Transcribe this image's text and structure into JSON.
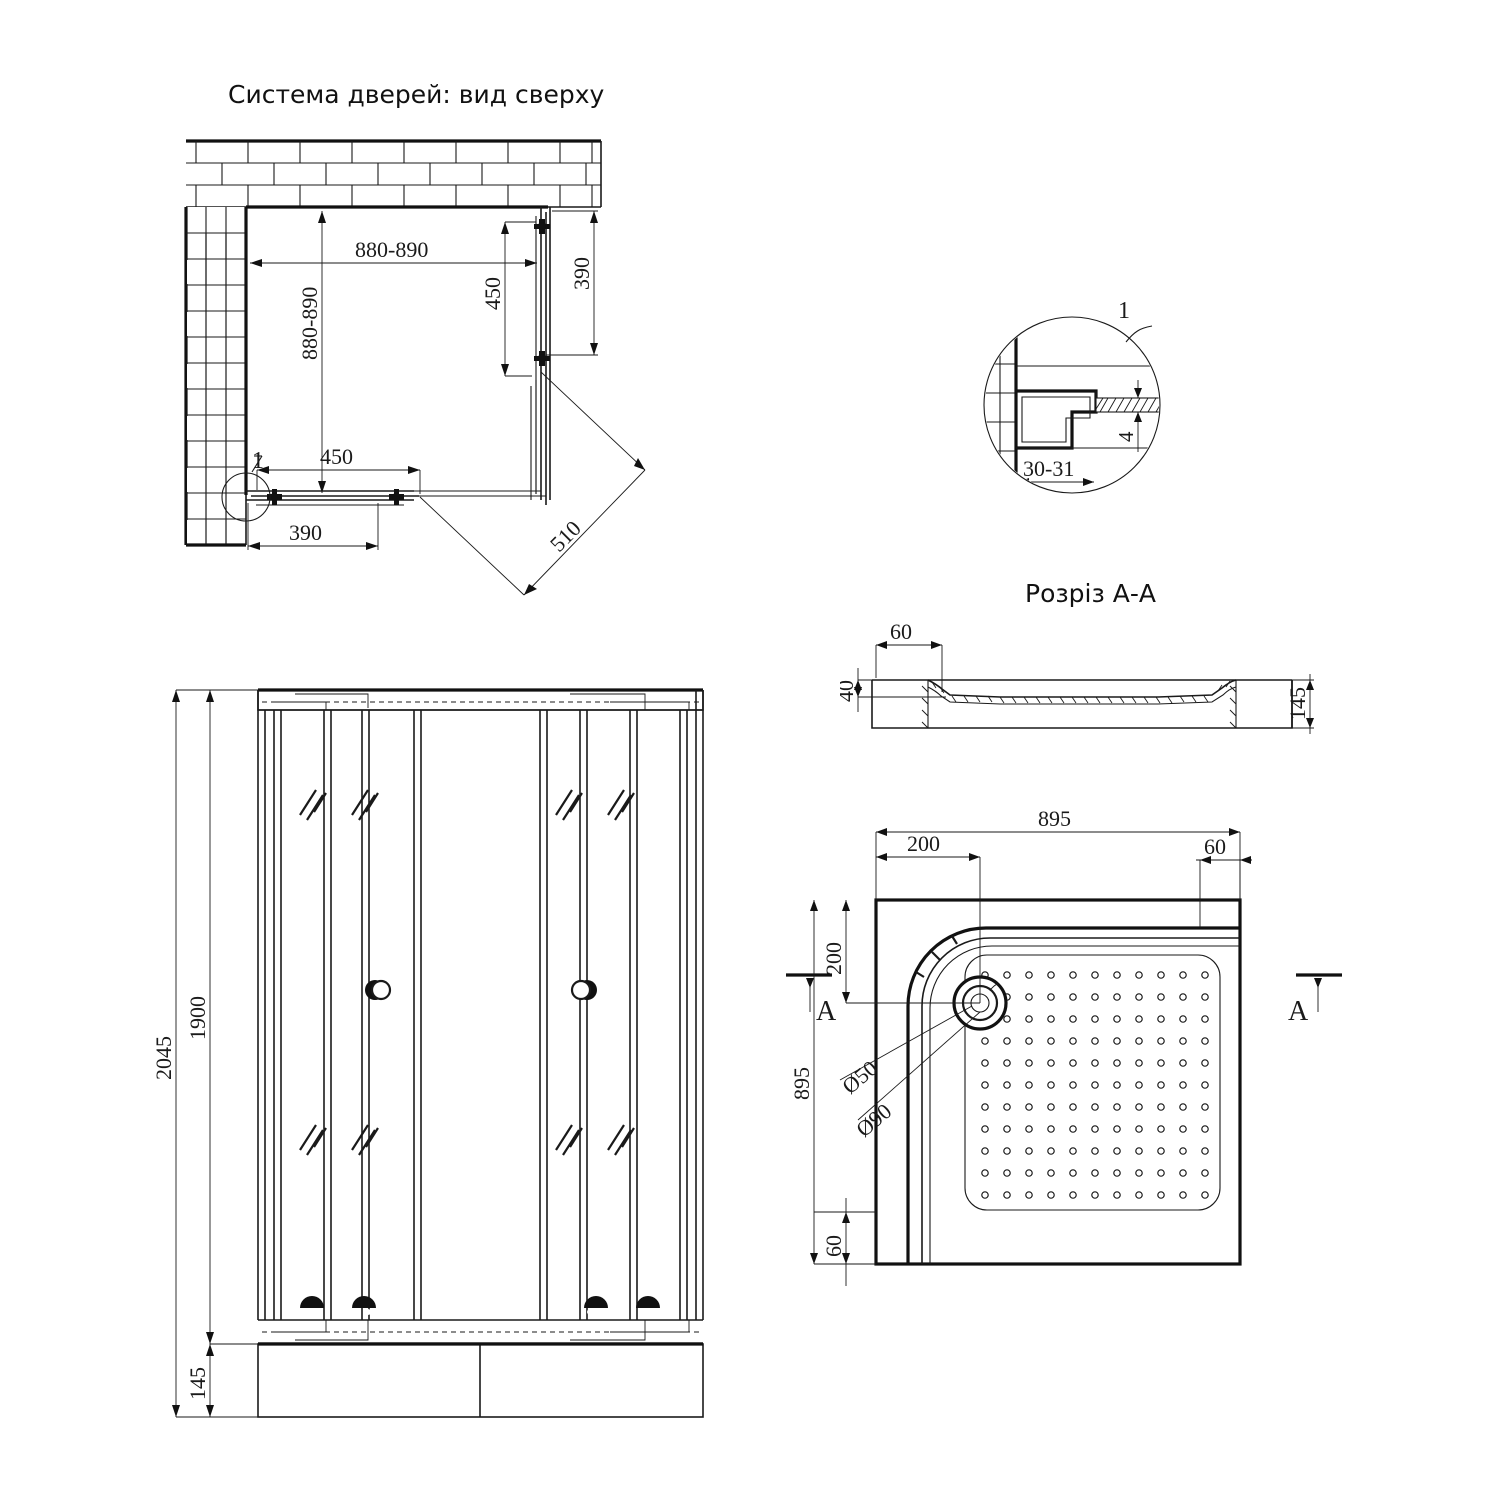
{
  "drawing": {
    "title_top_view": "Система дверей: вид сверху",
    "title_section": "Розріз А-А"
  },
  "plan_top": {
    "name": "Система дверей: вид сверху",
    "dims": {
      "width_range": "880-890",
      "depth_range": "880-890",
      "door_450": "450",
      "door_390_right": "390",
      "door_390_bottom": "390",
      "door_450_bottom": "450",
      "diagonal_510": "510"
    },
    "detail_callout": "1"
  },
  "detail_1": {
    "callout": "1",
    "dims": {
      "profile_width": "30-31",
      "glass_thickness": "4"
    }
  },
  "section_aa": {
    "title": "Розріз А-А",
    "dims": {
      "edge_60": "60",
      "depth_40": "40",
      "height_145": "145"
    }
  },
  "elevation": {
    "dims": {
      "overall_height": "2045",
      "glass_height": "1900",
      "tray_height": "145"
    }
  },
  "tray_plan": {
    "dims": {
      "width_895": "895",
      "height_895": "895",
      "offset_200_h": "200",
      "offset_200_v": "200",
      "edge_60_top": "60",
      "edge_60_bottom": "60",
      "drain_inner": "Ø50",
      "drain_outer": "Ø90"
    },
    "section_marks": {
      "left": "А",
      "right": "А"
    }
  },
  "colors": {
    "line": "#1a1a1a",
    "background": "#ffffff",
    "heavy": "#111111"
  }
}
